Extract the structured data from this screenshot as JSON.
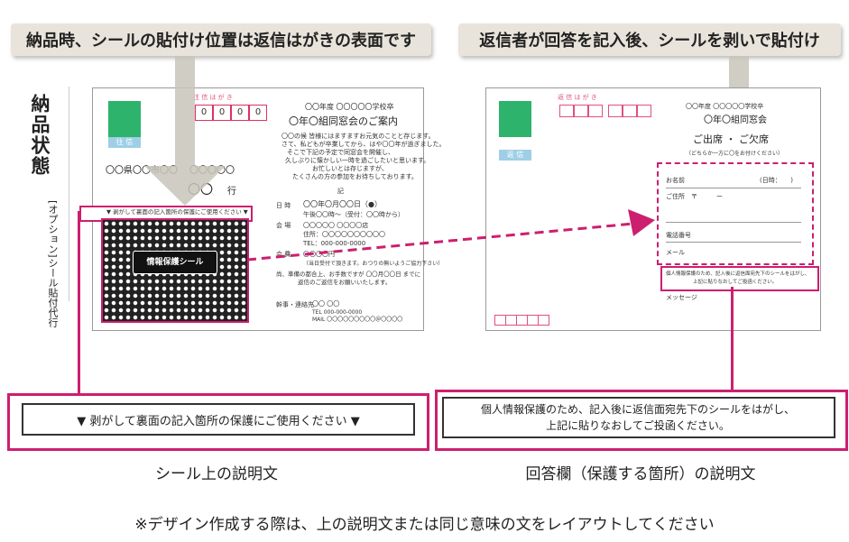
{
  "banners": {
    "left": "納品時、シールの貼付け位置は返信はがきの表面です",
    "right": "返信者が回答を記入後、シールを剥いで貼付け"
  },
  "side_label": {
    "title": "納品状態",
    "subtitle": "[オプション]シール貼付代行"
  },
  "left_card": {
    "header_tiny": "往 信 は が き",
    "stamp_label": "往 信",
    "zip_digits": [
      "0",
      "0",
      "0",
      "0"
    ],
    "address_line": "〇〇県〇〇市〇〇",
    "address_tail": "〇〇〇〇〇",
    "recipient": "〇〇",
    "recipient_suffix": "行",
    "event_year": "〇〇年度 〇〇〇〇〇学校卒",
    "event_title": "〇年〇組同窓会のご案内",
    "greeting": [
      "〇〇の候 皆様にはますますお元気のことと存じます。",
      "さて、私どもが卒業してから、はや〇〇年が過ぎました。",
      "そこで下記の予定で同窓会を開催し、",
      "久しぶりに懐かしい一時を過ごしたいと思います。",
      "お忙しいとは存じますが、",
      "たくさんの方の参加をお待ちしております。"
    ],
    "ki": "記",
    "date_label": "日 時",
    "date_value": "〇〇年〇月〇〇日（●）",
    "time_value": "午後〇〇時〜（受付：〇〇時から）",
    "venue_label": "会 場",
    "venue_value": "〇〇〇〇〇 〇〇〇〇店",
    "address_value": "住所：〇〇〇〇〇〇〇〇〇〇",
    "tel_value": "TEL：000-000-0000",
    "fee_label": "会 費",
    "fee_value": "〇〇〇〇円",
    "fee_note": "（当日受付で頂きます。おつりの無いようご協力下さい）",
    "reply_note": "尚、準備の都合上、お手数ですが 〇〇月〇〇日 までに",
    "reply_note2": "返信のご返信をお願いいたします。",
    "secretary_label": "幹事・連絡先",
    "secretary_name": "〇〇 〇〇",
    "secretary_tel": "TEL 000-000-0000",
    "secretary_mail": "MAIL 〇〇〇〇〇〇〇〇〇＠〇〇〇〇",
    "seal_strip": "▼ 剥がして裏面の記入箇所の保護にご使用ください ▼",
    "seal_button": "情報保護シール"
  },
  "right_card": {
    "header_tiny": "返 信 は が き",
    "stamp_label": "返 信",
    "event_year": "〇〇年度 〇〇〇〇〇学校卒",
    "event_title": "〇年〇組同窓会",
    "attendance": "ご出席 ・ ご欠席",
    "attendance_note": "（どちらか一方に〇をお付けください）",
    "name_label": "お名前",
    "date_short": "(日時：　　)",
    "address_label": "ご住所　〒　　　ー",
    "phone_label": "電話番号",
    "mail_label": "メール",
    "protect_note1": "個人情報保護のため、記入後に返信面宛先下のシールをはがし、",
    "protect_note2": "上記に貼りなおしてご投函ください。",
    "message_label": "メッセージ"
  },
  "explain_left": "▼ 剥がして裏面の記入箇所の保護にご使用ください ▼",
  "explain_right": {
    "line1": "個人情報保護のため、記入後に返信面宛先下のシールをはがし、",
    "line2": "上記に貼りなおしてご投函ください。"
  },
  "captions": {
    "left": "シール上の説明文",
    "right": "回答欄（保護する箇所）の説明文"
  },
  "footer": "※デザイン作成する際は、上の説明文または同じ意味の文をレイアウトしてください",
  "colors": {
    "accent": "#cc1f6f",
    "banner": "#e8e4dc",
    "stamp": "#2db36b"
  }
}
